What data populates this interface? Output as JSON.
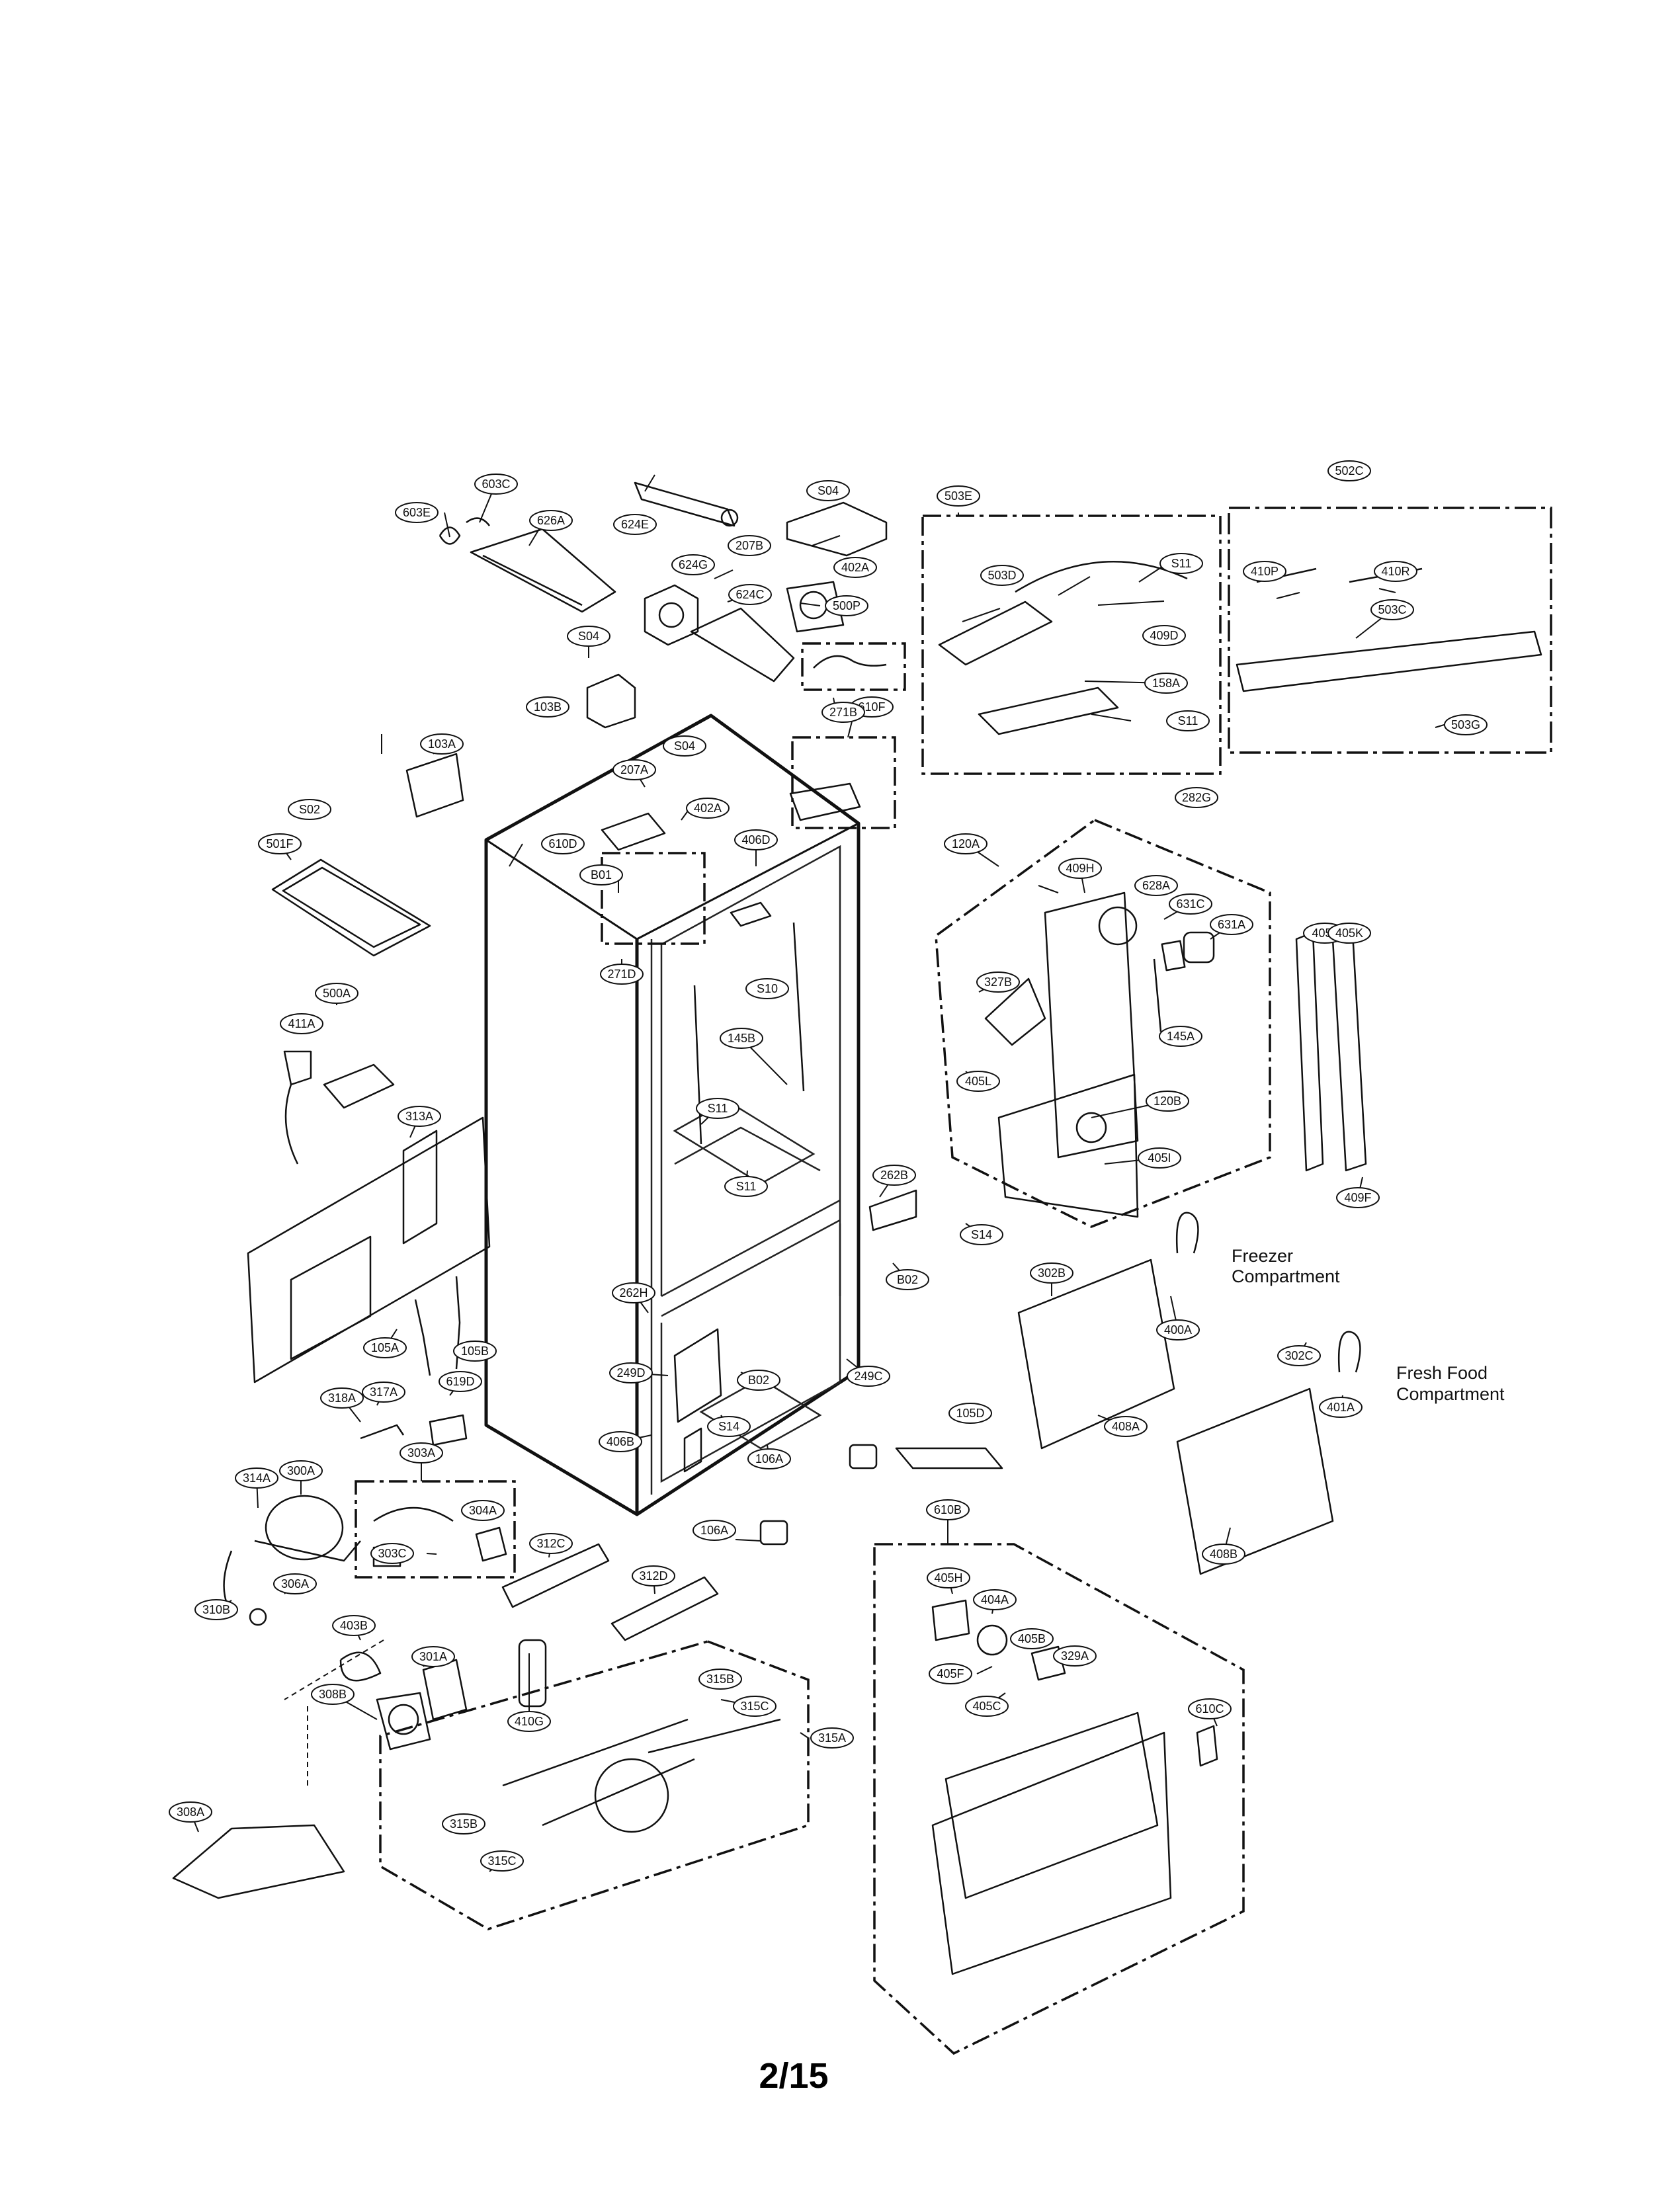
{
  "page": {
    "page_number": "2/15"
  },
  "captions": [
    "Freezer",
    "Compartment",
    "Fresh Food",
    "Compartment"
  ],
  "part_labels": [
    "603C",
    "603E",
    "626A",
    "624E",
    "S04",
    "207B",
    "402A",
    "503E",
    "502C",
    "410P",
    "410R",
    "624G",
    "624C",
    "500P",
    "503D",
    "S11",
    "409D",
    "503C",
    "610F",
    "158A",
    "S11",
    "S04",
    "103B",
    "271B",
    "S04",
    "103A",
    "207A",
    "402A",
    "503G",
    "282G",
    "S02",
    "610D",
    "406D",
    "120A",
    "501F",
    "B01",
    "409H",
    "628A",
    "631C",
    "631A",
    "405J",
    "405K",
    "271D",
    "S10",
    "500A",
    "327B",
    "145A",
    "411A",
    "145B",
    "405L",
    "S11",
    "120B",
    "313A",
    "S11",
    "405I",
    "262B",
    "409F",
    "S14",
    "B02",
    "302B",
    "262H",
    "105A",
    "105B",
    "400A",
    "249D",
    "B02",
    "249C",
    "302C",
    "318A",
    "619D",
    "317A",
    "S14",
    "105D",
    "401A",
    "406B",
    "408A",
    "303A",
    "106A",
    "300A",
    "314A",
    "304A",
    "610B",
    "312C",
    "106A",
    "408B",
    "303C",
    "312D",
    "405H",
    "306A",
    "310B",
    "404A",
    "403B",
    "301A",
    "405B",
    "329A",
    "315B",
    "405F",
    "308B",
    "315C",
    "315A",
    "410G",
    "405C",
    "610C",
    "308A",
    "315B",
    "315C"
  ]
}
